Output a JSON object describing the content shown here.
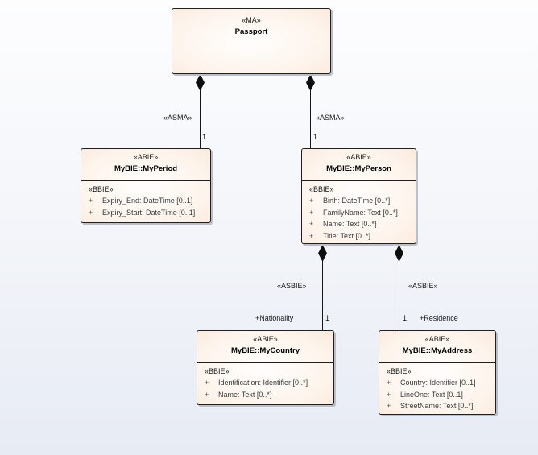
{
  "diagram": {
    "kind": "uml-class-diagram",
    "colors": {
      "background_top": "#fdfdfe",
      "background_bottom": "#e7ebf4",
      "box_fill_edge": "#f5d7bc",
      "box_fill_center": "#fffefd",
      "box_border": "#1f1f1f",
      "box_shadow": "#b9bfcb",
      "line": "#161616",
      "text": "#1a1a1a"
    },
    "classes": [
      {
        "id": "passport",
        "stereotype": "«MA»",
        "name": "Passport",
        "attr_stereotype": "",
        "attributes": []
      },
      {
        "id": "myperiod",
        "stereotype": "«ABIE»",
        "name": "MyBIE::MyPeriod",
        "attr_stereotype": "«BBIE»",
        "attributes": [
          {
            "vis": "+",
            "text": "Expiry_End: DateTime [0..1]"
          },
          {
            "vis": "+",
            "text": "Expiry_Start: DateTime [0..1]"
          }
        ]
      },
      {
        "id": "myperson",
        "stereotype": "«ABIE»",
        "name": "MyBIE::MyPerson",
        "attr_stereotype": "«BBIE»",
        "attributes": [
          {
            "vis": "+",
            "text": "Birth: DateTime [0..*]"
          },
          {
            "vis": "+",
            "text": "FamilyName: Text [0..*]"
          },
          {
            "vis": "+",
            "text": "Name: Text [0..*]"
          },
          {
            "vis": "+",
            "text": "Title: Text [0..*]"
          }
        ]
      },
      {
        "id": "mycountry",
        "stereotype": "«ABIE»",
        "name": "MyBIE::MyCountry",
        "attr_stereotype": "«BBIE»",
        "attributes": [
          {
            "vis": "+",
            "text": "Identification: Identifier [0..*]"
          },
          {
            "vis": "+",
            "text": "Name: Text [0..*]"
          }
        ]
      },
      {
        "id": "myaddress",
        "stereotype": "«ABIE»",
        "name": "MyBIE::MyAddress",
        "attr_stereotype": "«BBIE»",
        "attributes": [
          {
            "vis": "+",
            "text": "Country: Identifier [0..1]"
          },
          {
            "vis": "+",
            "text": "LineOne: Text [0..1]"
          },
          {
            "vis": "+",
            "text": "StreetName: Text [0..*]"
          }
        ]
      }
    ],
    "connectors": [
      {
        "id": "passport-myperiod",
        "type": "composition",
        "stereotype": "«ASMA»",
        "target_multiplicity": "1",
        "target_role": ""
      },
      {
        "id": "passport-myperson",
        "type": "composition",
        "stereotype": "«ASMA»",
        "target_multiplicity": "1",
        "target_role": ""
      },
      {
        "id": "myperson-mycountry",
        "type": "composition",
        "stereotype": "«ASBIE»",
        "target_multiplicity": "1",
        "target_role": "+Nationality"
      },
      {
        "id": "myperson-myaddress",
        "type": "composition",
        "stereotype": "«ASBIE»",
        "target_multiplicity": "1",
        "target_role": "+Residence"
      }
    ]
  }
}
